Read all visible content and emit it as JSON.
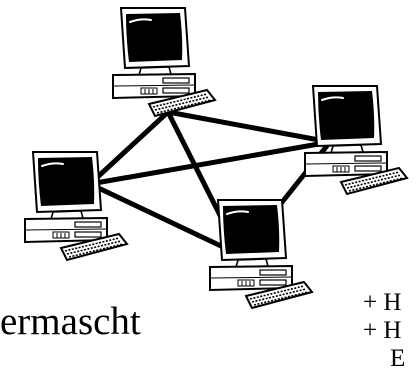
{
  "diagram": {
    "caption": "ermascht",
    "bullets": [
      {
        "text": "+ H"
      },
      {
        "text": "+ H"
      },
      {
        "text": "E"
      }
    ],
    "nodes": [
      {
        "name": "computer-top",
        "icon": "desktop-computer-icon"
      },
      {
        "name": "computer-right",
        "icon": "desktop-computer-icon"
      },
      {
        "name": "computer-left",
        "icon": "desktop-computer-icon"
      },
      {
        "name": "computer-bottom",
        "icon": "desktop-computer-icon"
      }
    ],
    "links": [
      {
        "from": "computer-top",
        "to": "computer-right"
      },
      {
        "from": "computer-top",
        "to": "computer-left"
      },
      {
        "from": "computer-top",
        "to": "computer-bottom"
      },
      {
        "from": "computer-left",
        "to": "computer-right"
      },
      {
        "from": "computer-left",
        "to": "computer-bottom"
      },
      {
        "from": "computer-bottom",
        "to": "computer-right"
      }
    ],
    "colors": {
      "line": "#000000",
      "screen": "#000000",
      "case": "#ffffff"
    }
  }
}
